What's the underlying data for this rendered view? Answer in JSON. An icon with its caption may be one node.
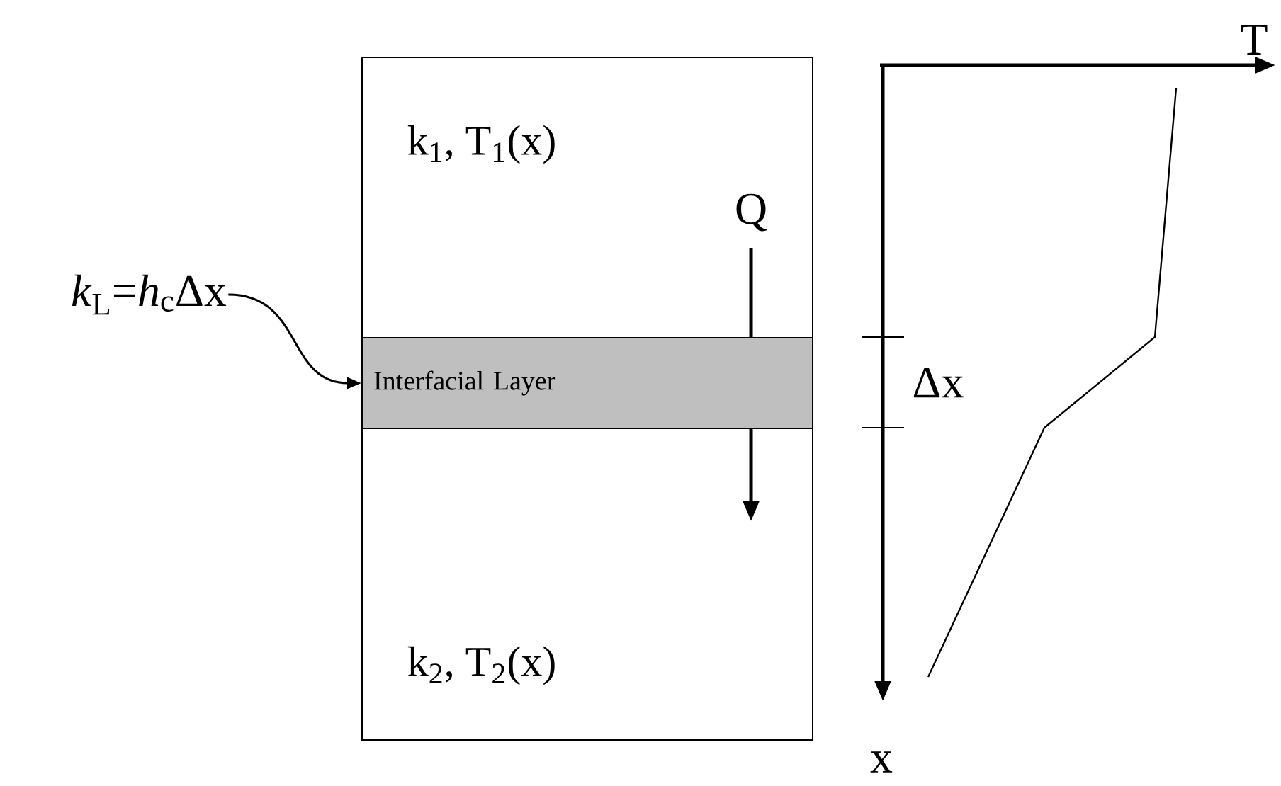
{
  "diagram": {
    "nodes": [
      {
        "text": [
          "k$_{1}$, T$_{1}$(x)",
          "k$_{2}$, T$_{2}$(x)"
        ]
      },
      {
        "text": [
          "Interfacial Layer"
        ],
        "in": 0
      },
      {
        "text": [
          "*k*$_{L}$=*h*$_{c}$Δx"
        ]
      }
    ],
    "edges": [
      {
        "from": 2,
        "to": 1,
        "arrow": "to"
      }
    ],
    "labels": [
      "Q",
      "T",
      "x",
      "Δx"
    ]
  }
}
